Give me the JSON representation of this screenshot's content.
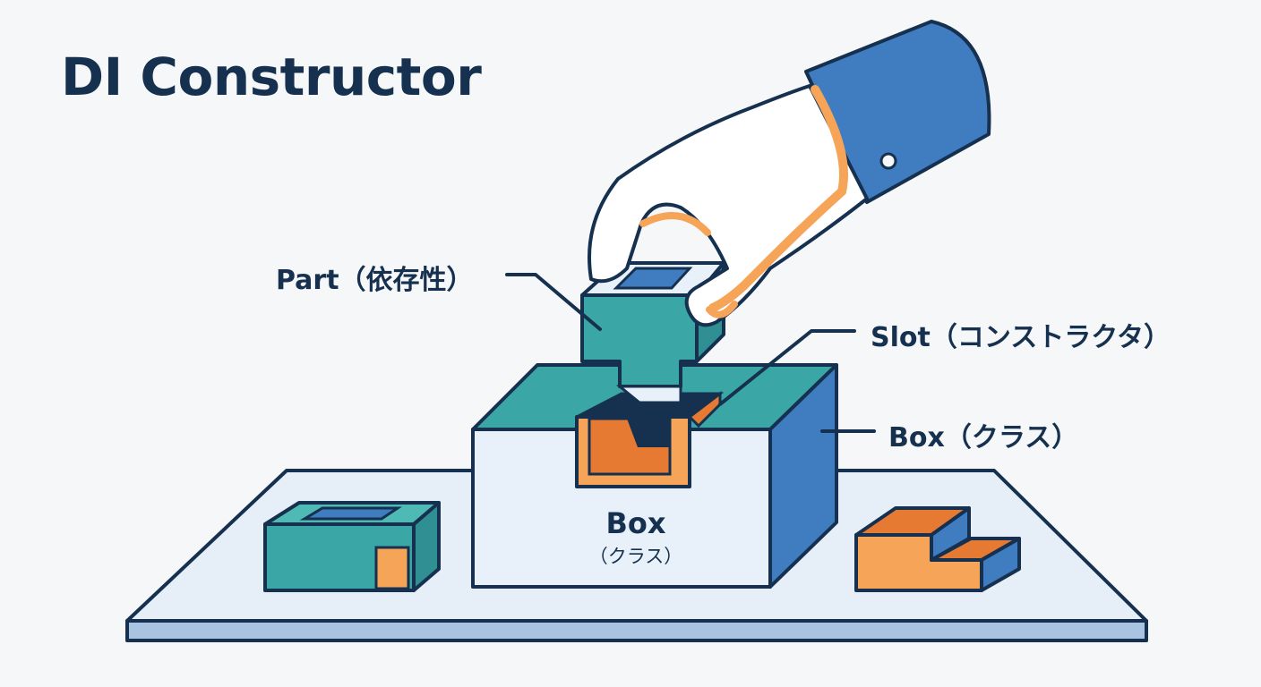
{
  "title": "DI Constructor",
  "labels": {
    "part": "Part（依存性）",
    "slot": "Slot（コンストラクタ）",
    "box": "Box（クラス）"
  },
  "box_face": {
    "title": "Box",
    "subtitle": "（クラス）"
  },
  "colors": {
    "navy": "#16304f",
    "teal": "#3aa7a6",
    "teal_top": "#4fb9b6",
    "blue": "#3f7cc0",
    "orange": "#e77a33",
    "light_orange": "#f6a458",
    "box_face": "#e8f1fa",
    "table": "#e6eef7",
    "table_edge": "#a8c4e0"
  }
}
